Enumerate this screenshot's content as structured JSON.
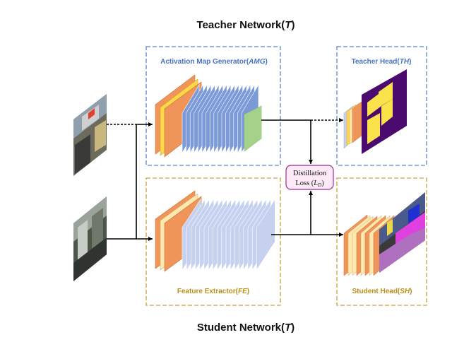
{
  "titles": {
    "teacher_prefix": "Teacher Network(",
    "teacher_var": "T",
    "student_prefix": "Student Network(",
    "student_var": "T",
    "close": ")"
  },
  "modules": {
    "amg_prefix": "Activation Map Generator(",
    "amg_abbr": "AMG",
    "th_prefix": "Teacher Head(",
    "th_abbr": "TH",
    "fe_prefix": "Feature Extractor(",
    "fe_abbr": "FE",
    "sh_prefix": "Student Head(",
    "sh_abbr": "SH",
    "close": ")"
  },
  "distillation": {
    "line1": "Distillation",
    "line2_prefix": "Loss (",
    "line2_var": "L",
    "line2_sub": "D",
    "line2_close": ")"
  },
  "colors": {
    "teacher_border": "#5b86c6",
    "student_border": "#c9a23a",
    "orange": "#f0955a",
    "yellow": "#fcd84a",
    "blue_layer": "#7d9ad8",
    "light_blue_layer": "#c5d1ef",
    "green_layer": "#a5d28a",
    "pale_yellow": "#fde8b0",
    "distill_fill": "#fde9f7",
    "distill_border": "#9a2e87"
  }
}
